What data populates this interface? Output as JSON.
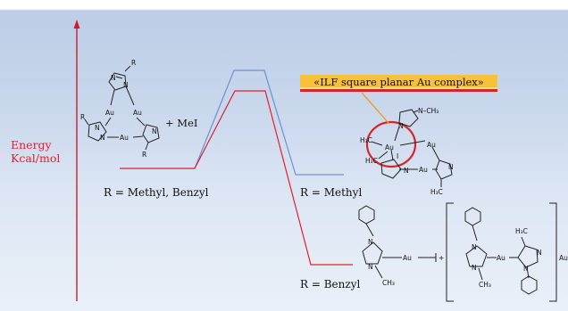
{
  "axis": {
    "label_line1": "Energy",
    "label_line2": "Kcal/mol"
  },
  "labels": {
    "reactant_r": "R = Methyl, Benzyl",
    "product_methyl": "R = Methyl",
    "product_benzyl": "R = Benzyl",
    "reagent": "+ MeI",
    "callout": "«ILF square planar Au complex»"
  },
  "atoms": {
    "au": "Au",
    "n": "N",
    "r": "R",
    "h3c": "H₃C",
    "ch3": "CH₃",
    "n_ch3": "N–CH₃",
    "i": "I",
    "plus": "+",
    "counter": "Au"
  },
  "colors": {
    "methyl_path": "#6f8fd6",
    "benzyl_path": "#e0202e",
    "axis": "#c81e2a",
    "callout_bg": "#f7c23a",
    "callout_border": "#d4252b"
  },
  "series": [
    {
      "name": "R = Methyl",
      "levels": [
        "reactant",
        "transition-state",
        "product"
      ]
    },
    {
      "name": "R = Benzyl",
      "levels": [
        "reactant",
        "transition-state",
        "product"
      ]
    }
  ]
}
